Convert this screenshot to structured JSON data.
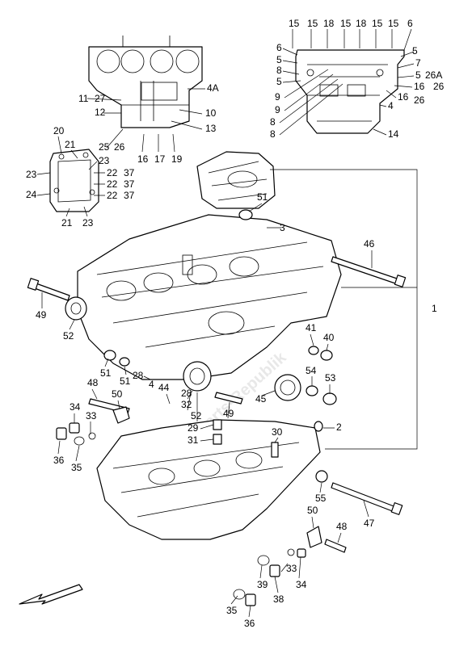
{
  "watermark": "Parts-Republik",
  "callouts": [
    {
      "id": "c-15a",
      "text": "15"
    },
    {
      "id": "c-15b",
      "text": "15"
    },
    {
      "id": "c-18a",
      "text": "18"
    },
    {
      "id": "c-15c",
      "text": "15"
    },
    {
      "id": "c-18b",
      "text": "18"
    },
    {
      "id": "c-15d",
      "text": "15"
    },
    {
      "id": "c-15e",
      "text": "15"
    },
    {
      "id": "c-6a",
      "text": "6"
    },
    {
      "id": "c-6b",
      "text": "6"
    },
    {
      "id": "c-5a",
      "text": "5"
    },
    {
      "id": "c-5b",
      "text": "5"
    },
    {
      "id": "c-7",
      "text": "7"
    },
    {
      "id": "c-8a",
      "text": "8"
    },
    {
      "id": "c-5c",
      "text": "5"
    },
    {
      "id": "c-26a",
      "text": "26A"
    },
    {
      "id": "c-5d",
      "text": "5"
    },
    {
      "id": "c-16a",
      "text": "16"
    },
    {
      "id": "c-26b",
      "text": "26"
    },
    {
      "id": "c-9a",
      "text": "9"
    },
    {
      "id": "c-16b",
      "text": "16"
    },
    {
      "id": "c-26c",
      "text": "26"
    },
    {
      "id": "c-9b",
      "text": "9"
    },
    {
      "id": "c-4",
      "text": "4"
    },
    {
      "id": "c-8b",
      "text": "8"
    },
    {
      "id": "c-8c",
      "text": "8"
    },
    {
      "id": "c-14",
      "text": "14"
    },
    {
      "id": "c-4a",
      "text": "4A"
    },
    {
      "id": "c-11",
      "text": "11"
    },
    {
      "id": "c-27",
      "text": "27"
    },
    {
      "id": "c-12",
      "text": "12"
    },
    {
      "id": "c-10",
      "text": "10"
    },
    {
      "id": "c-13",
      "text": "13"
    },
    {
      "id": "c-25",
      "text": "25"
    },
    {
      "id": "c-26d",
      "text": "26"
    },
    {
      "id": "c-16c",
      "text": "16"
    },
    {
      "id": "c-17",
      "text": "17"
    },
    {
      "id": "c-19",
      "text": "19"
    },
    {
      "id": "c-20",
      "text": "20"
    },
    {
      "id": "c-21a",
      "text": "21"
    },
    {
      "id": "c-23a",
      "text": "23"
    },
    {
      "id": "c-23b",
      "text": "23"
    },
    {
      "id": "c-22a",
      "text": "22"
    },
    {
      "id": "c-37a",
      "text": "37"
    },
    {
      "id": "c-22b",
      "text": "22"
    },
    {
      "id": "c-37b",
      "text": "37"
    },
    {
      "id": "c-24",
      "text": "24"
    },
    {
      "id": "c-22c",
      "text": "22"
    },
    {
      "id": "c-37c",
      "text": "37"
    },
    {
      "id": "c-21b",
      "text": "21"
    },
    {
      "id": "c-23c",
      "text": "23"
    },
    {
      "id": "c-51a",
      "text": "51"
    },
    {
      "id": "c-3",
      "text": "3"
    },
    {
      "id": "c-46",
      "text": "46"
    },
    {
      "id": "c-1",
      "text": "1"
    },
    {
      "id": "c-49a",
      "text": "49"
    },
    {
      "id": "c-52a",
      "text": "52"
    },
    {
      "id": "c-41",
      "text": "41"
    },
    {
      "id": "c-40",
      "text": "40"
    },
    {
      "id": "c-51b",
      "text": "51"
    },
    {
      "id": "c-51c",
      "text": "51"
    },
    {
      "id": "c-28a",
      "text": "28"
    },
    {
      "id": "c-54",
      "text": "54"
    },
    {
      "id": "c-53",
      "text": "53"
    },
    {
      "id": "c-48a",
      "text": "48"
    },
    {
      "id": "c-4b",
      "text": "4"
    },
    {
      "id": "c-44",
      "text": "44"
    },
    {
      "id": "c-28b",
      "text": "28"
    },
    {
      "id": "c-45",
      "text": "45"
    },
    {
      "id": "c-50a",
      "text": "50"
    },
    {
      "id": "c-32",
      "text": "32"
    },
    {
      "id": "c-34a",
      "text": "34"
    },
    {
      "id": "c-52b",
      "text": "52"
    },
    {
      "id": "c-49b",
      "text": "49"
    },
    {
      "id": "c-33a",
      "text": "33"
    },
    {
      "id": "c-2",
      "text": "2"
    },
    {
      "id": "c-29",
      "text": "29"
    },
    {
      "id": "c-30",
      "text": "30"
    },
    {
      "id": "c-31",
      "text": "31"
    },
    {
      "id": "c-36a",
      "text": "36"
    },
    {
      "id": "c-35a",
      "text": "35"
    },
    {
      "id": "c-55",
      "text": "55"
    },
    {
      "id": "c-47",
      "text": "47"
    },
    {
      "id": "c-50b",
      "text": "50"
    },
    {
      "id": "c-48b",
      "text": "48"
    },
    {
      "id": "c-33b",
      "text": "33"
    },
    {
      "id": "c-39",
      "text": "39"
    },
    {
      "id": "c-34b",
      "text": "34"
    },
    {
      "id": "c-38",
      "text": "38"
    },
    {
      "id": "c-35b",
      "text": "35"
    },
    {
      "id": "c-36b",
      "text": "36"
    }
  ]
}
